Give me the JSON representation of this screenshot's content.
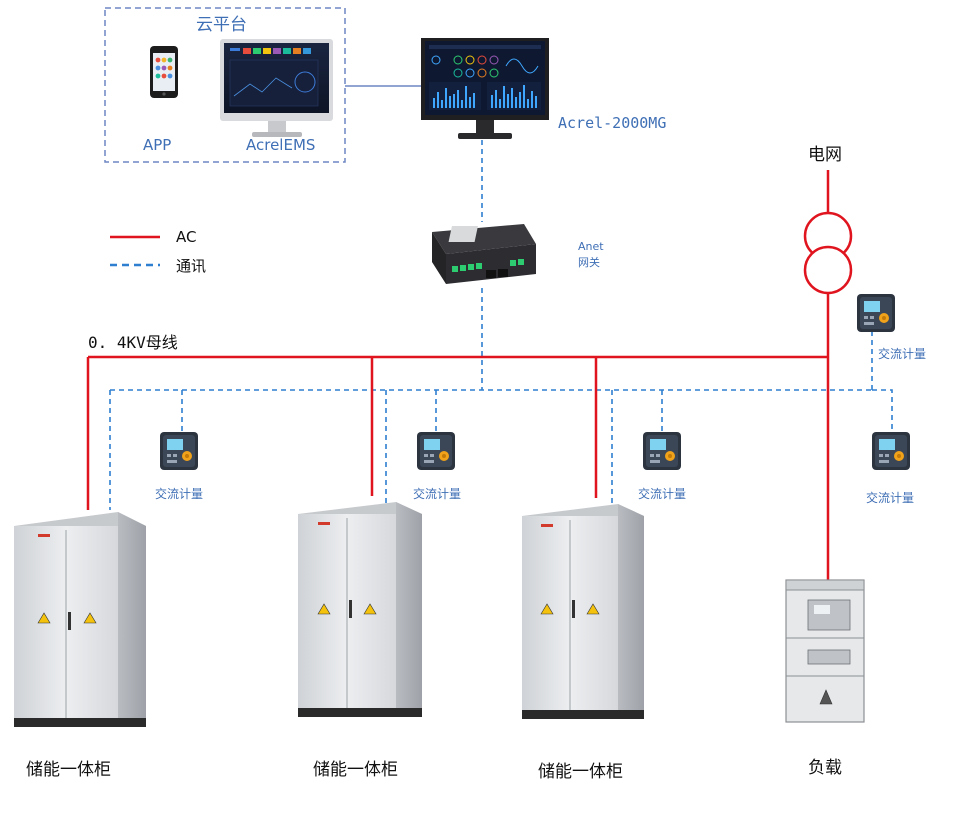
{
  "cloud": {
    "title": "云平台",
    "app_label": "APP",
    "ems_label": "AcrelEMS"
  },
  "monitor_label": "Acrel-2000MG",
  "gateway": {
    "line1": "Anet",
    "line2": "网关"
  },
  "grid_label": "电网",
  "legend": {
    "ac": "AC",
    "comm": "通讯"
  },
  "busbar_label": "0. 4KV母线",
  "meter_label": "交流计量",
  "cabinet_label": "储能一体柜",
  "load_label": "负载",
  "colors": {
    "ac": "#e0141e",
    "comm": "#2e7fd0",
    "cloud_border": "#6f86c2",
    "text_blue": "#3f6fb5"
  }
}
